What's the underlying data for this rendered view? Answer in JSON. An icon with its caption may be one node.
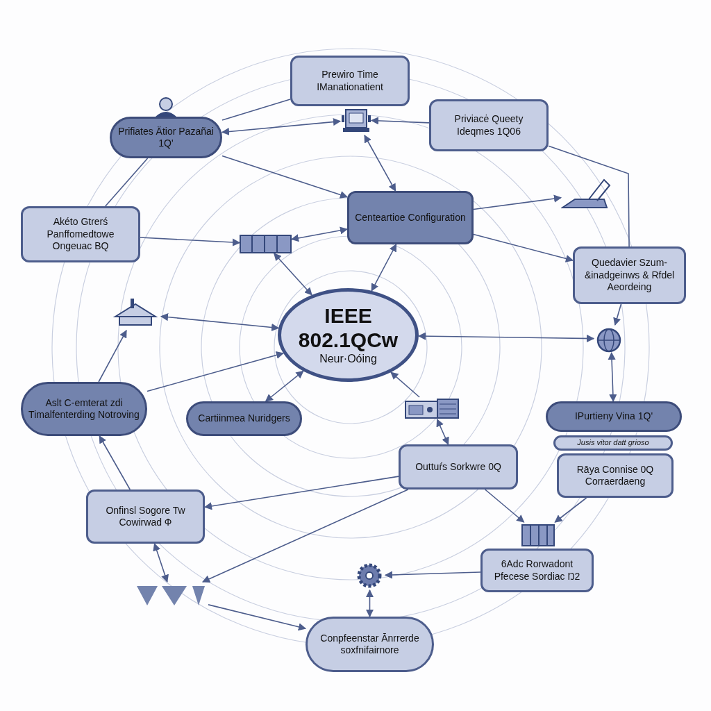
{
  "diagram": {
    "nodes": [
      {
        "text": [
          "Prewiro Time IManationatient"
        ]
      },
      {
        "text": [
          "Prifiates Ätior Pazañai 1Q'"
        ]
      },
      {
        "text": [
          "Priviacė Queety Ideqmes 1Q06"
        ]
      },
      {
        "text": [
          "Centeartioe Configuration"
        ]
      },
      {
        "text": [
          "Akéto Gtrerś Panffomedtowe Ongeuac BQ"
        ]
      },
      {
        "text": [
          "Quedavier Szum-&inadgeinws & Rfdel Aeordeing"
        ]
      },
      {
        "text": [
          "IEEE 802.1QCw",
          "Neur·Oóing"
        ]
      },
      {
        "text": [
          "Aslt C-emterat zdi Timalfenterding Notroving"
        ]
      },
      {
        "text": [
          "Cartiinmea Nuridgers"
        ]
      },
      {
        "text": [
          "Outtuŕs Sorkwre 0Q"
        ]
      },
      {
        "text": [
          "IPurtieny Vina 1Q'"
        ]
      },
      {
        "text": [
          "Jusis vitor datt grioso"
        ]
      },
      {
        "text": [
          "Rāya Connise 0Q Corraerdaeng"
        ]
      },
      {
        "text": [
          "Onfinsl Sogore Tw Cowirwad Ф"
        ]
      },
      {
        "text": [
          "6Adc Rorwadont Pfecese Sordiac Ŋ2"
        ]
      },
      {
        "text": [
          "Conpfeenstar Ānrrerde soxfnifairnore"
        ]
      },
      {
        "text": [],
        "shape": "picture"
      },
      {
        "text": [],
        "shape": "picture"
      },
      {
        "text": [],
        "shape": "picture"
      },
      {
        "text": [],
        "shape": "picture"
      },
      {
        "text": [],
        "shape": "picture"
      },
      {
        "text": [],
        "shape": "picture"
      },
      {
        "text": [],
        "shape": "picture"
      },
      {
        "text": [],
        "shape": "picture"
      },
      {
        "text": [],
        "shape": "picture"
      }
    ],
    "edges": [
      {
        "from": 0,
        "to": 1,
        "arrow": "none"
      },
      {
        "from": 1,
        "to": 16,
        "arrow": "both"
      },
      {
        "from": 2,
        "to": 16,
        "arrow": "to"
      },
      {
        "from": 1,
        "to": 3,
        "arrow": "to"
      },
      {
        "from": 16,
        "to": 3,
        "arrow": "both"
      },
      {
        "from": 1,
        "to": 4,
        "arrow": "none"
      },
      {
        "from": 4,
        "to": 17,
        "arrow": "to"
      },
      {
        "from": 17,
        "to": 3,
        "arrow": "both"
      },
      {
        "from": 17,
        "to": 6,
        "arrow": "both"
      },
      {
        "from": 3,
        "to": 6,
        "arrow": "both"
      },
      {
        "from": 3,
        "to": 19,
        "arrow": "to"
      },
      {
        "from": 3,
        "to": 5,
        "arrow": "to"
      },
      {
        "from": 2,
        "to": 5,
        "arrow": "none"
      },
      {
        "from": 18,
        "to": 6,
        "arrow": "both"
      },
      {
        "from": 7,
        "to": 6,
        "arrow": "to"
      },
      {
        "from": 7,
        "to": 18,
        "arrow": "to"
      },
      {
        "from": 8,
        "to": 6,
        "arrow": "both"
      },
      {
        "from": 6,
        "to": 20,
        "arrow": "both"
      },
      {
        "from": 5,
        "to": 20,
        "arrow": "to"
      },
      {
        "from": 20,
        "to": 10,
        "arrow": "both"
      },
      {
        "from": 21,
        "to": 6,
        "arrow": "to"
      },
      {
        "from": 21,
        "to": 9,
        "arrow": "both"
      },
      {
        "from": 13,
        "to": 7,
        "arrow": "to"
      },
      {
        "from": 9,
        "to": 13,
        "arrow": "to"
      },
      {
        "from": 9,
        "to": 22,
        "arrow": "to"
      },
      {
        "from": 12,
        "to": 22,
        "arrow": "to"
      },
      {
        "from": 13,
        "to": 24,
        "arrow": "both"
      },
      {
        "from": 9,
        "to": 24,
        "arrow": "to"
      },
      {
        "from": 24,
        "to": 15,
        "arrow": "to"
      },
      {
        "from": 23,
        "to": 15,
        "arrow": "both"
      },
      {
        "from": 14,
        "to": 23,
        "arrow": "to"
      }
    ]
  }
}
